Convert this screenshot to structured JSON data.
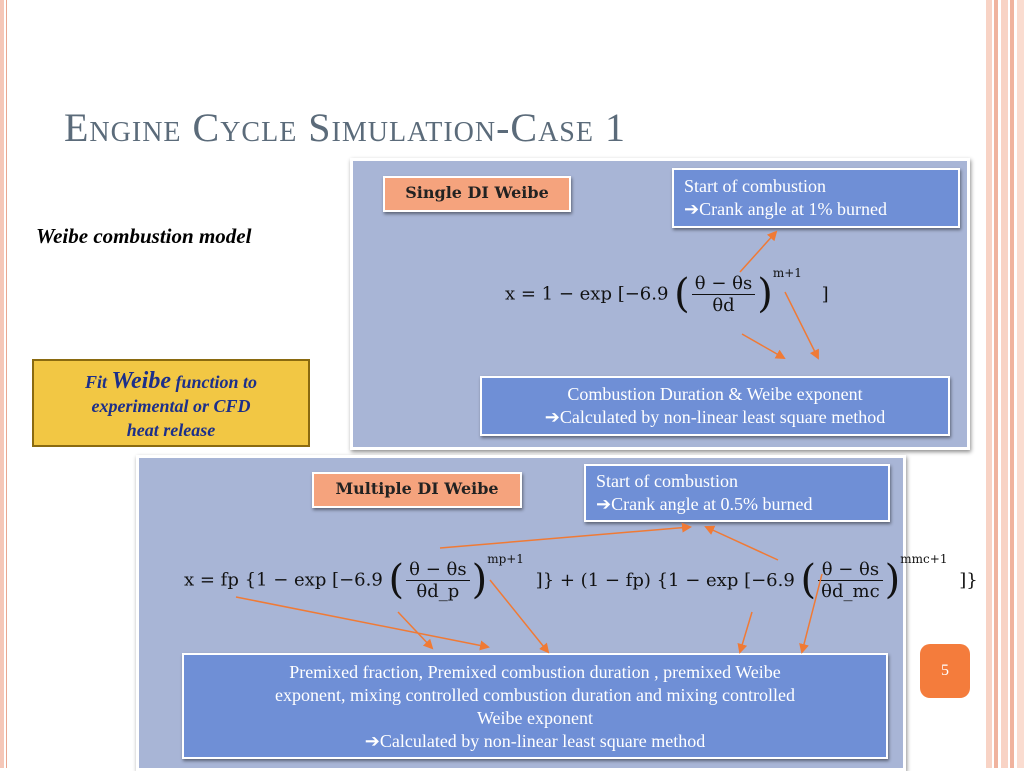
{
  "title": "Engine Cycle Simulation-Case 1",
  "weibe_label": "Weibe combustion model",
  "fit_box": {
    "prefix": "Fit",
    "weibe": "Weibe",
    "line1_rest": "function to",
    "line2": "experimental or CFD",
    "line3": "heat release"
  },
  "single": {
    "tag": "Single DI Weibe",
    "start_line1": "Start of combustion",
    "start_line2": "Crank angle at 1% burned",
    "equation": {
      "lhs": "x = 1 − exp [−6.9",
      "num": "θ − θs",
      "den": "θd",
      "exp": "m+1",
      "close": "]"
    },
    "duration_line1": "Combustion Duration & Weibe exponent",
    "duration_line2": "Calculated by non-linear least square method"
  },
  "multiple": {
    "tag": "Multiple DI Weibe",
    "start_line1": "Start of combustion",
    "start_line2": "Crank angle at 0.5% burned",
    "equation": {
      "part1": "x = fp {1 − exp [−6.9",
      "num1": "θ − θs",
      "den1": "θd_p",
      "exp1": "mp+1",
      "part2": "]} + (1 − fp) {1 − exp [−6.9",
      "num2": "θ − θs",
      "den2": "θd_mc",
      "exp2": "mmc+1",
      "close": "]}"
    },
    "bottom_line1": "Premixed fraction, Premixed combustion duration , premixed Weibe",
    "bottom_line2": "exponent, mixing controlled combustion duration and mixing controlled",
    "bottom_line3": "Weibe exponent",
    "bottom_line4": "Calculated by non-linear least square method"
  },
  "arrow_glyph": "➔",
  "page_number": "5",
  "colors": {
    "panel": "#a8b5d6",
    "blue_box": "#6f8fd6",
    "tag": "#f5a37d",
    "fit_box": "#f2c744",
    "arrow": "#f07a35",
    "page_badge": "#f47c3c"
  }
}
